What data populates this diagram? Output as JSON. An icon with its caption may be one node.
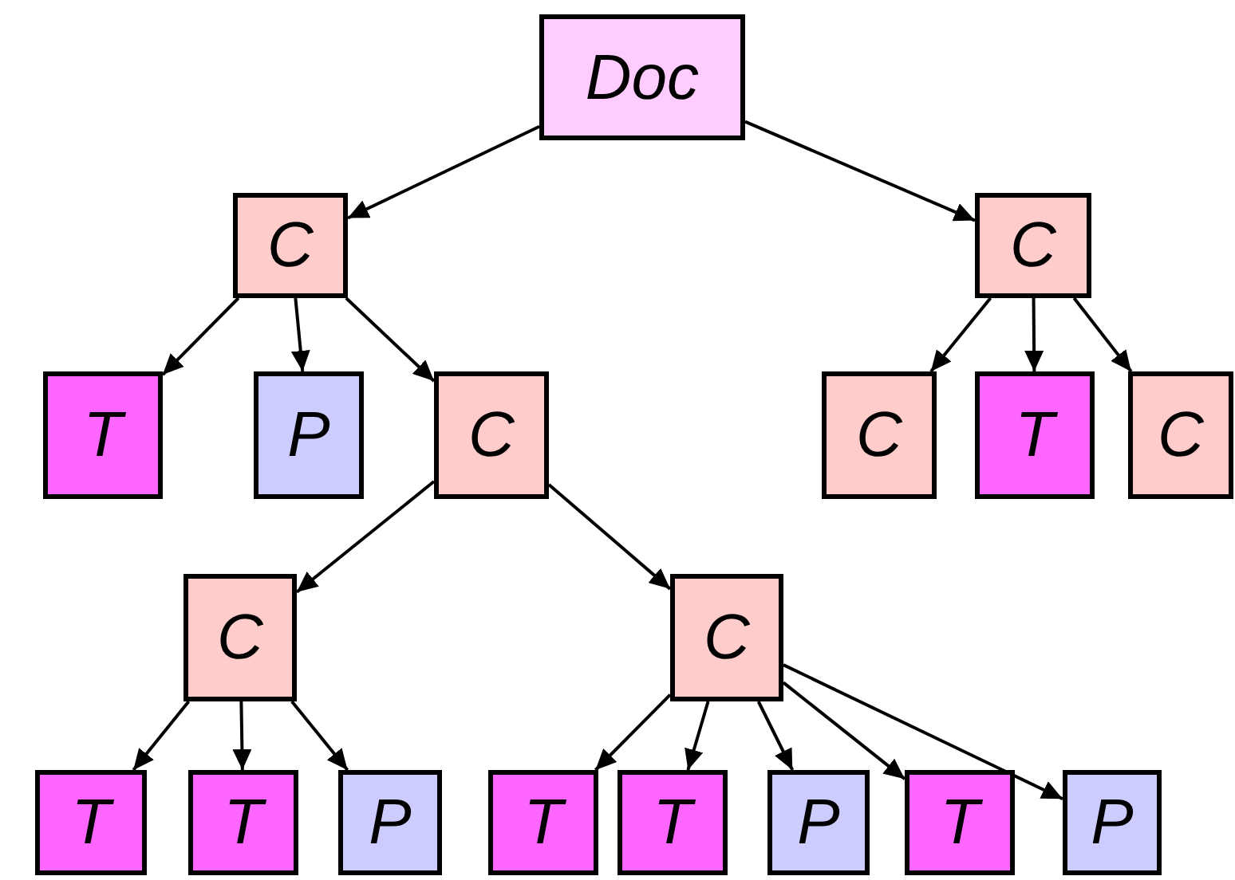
{
  "diagram": {
    "nodes": [
      {
        "text": [
          "Doc"
        ]
      },
      {
        "text": [
          "C"
        ]
      },
      {
        "text": [
          "C"
        ]
      },
      {
        "text": [
          "T"
        ]
      },
      {
        "text": [
          "P"
        ]
      },
      {
        "text": [
          "C"
        ]
      },
      {
        "text": [
          "C"
        ]
      },
      {
        "text": [
          "T"
        ]
      },
      {
        "text": [
          "C"
        ]
      },
      {
        "text": [
          "C"
        ]
      },
      {
        "text": [
          "C"
        ]
      },
      {
        "text": [
          "T"
        ]
      },
      {
        "text": [
          "T"
        ]
      },
      {
        "text": [
          "P"
        ]
      },
      {
        "text": [
          "T"
        ]
      },
      {
        "text": [
          "T"
        ]
      },
      {
        "text": [
          "P"
        ]
      },
      {
        "text": [
          "T"
        ]
      },
      {
        "text": [
          "P"
        ]
      }
    ],
    "edges": [
      {
        "from": 0,
        "to": 1,
        "arrow": "to"
      },
      {
        "from": 0,
        "to": 2,
        "arrow": "to"
      },
      {
        "from": 1,
        "to": 3,
        "arrow": "to"
      },
      {
        "from": 1,
        "to": 4,
        "arrow": "to"
      },
      {
        "from": 1,
        "to": 5,
        "arrow": "to"
      },
      {
        "from": 2,
        "to": 6,
        "arrow": "to"
      },
      {
        "from": 2,
        "to": 7,
        "arrow": "to"
      },
      {
        "from": 2,
        "to": 8,
        "arrow": "to"
      },
      {
        "from": 5,
        "to": 9,
        "arrow": "to"
      },
      {
        "from": 5,
        "to": 10,
        "arrow": "to"
      },
      {
        "from": 9,
        "to": 11,
        "arrow": "to"
      },
      {
        "from": 9,
        "to": 12,
        "arrow": "to"
      },
      {
        "from": 9,
        "to": 13,
        "arrow": "to"
      },
      {
        "from": 10,
        "to": 14,
        "arrow": "to"
      },
      {
        "from": 10,
        "to": 15,
        "arrow": "to"
      },
      {
        "from": 10,
        "to": 16,
        "arrow": "to"
      },
      {
        "from": 10,
        "to": 17,
        "arrow": "to"
      },
      {
        "from": 10,
        "to": 18,
        "arrow": "to"
      }
    ]
  }
}
